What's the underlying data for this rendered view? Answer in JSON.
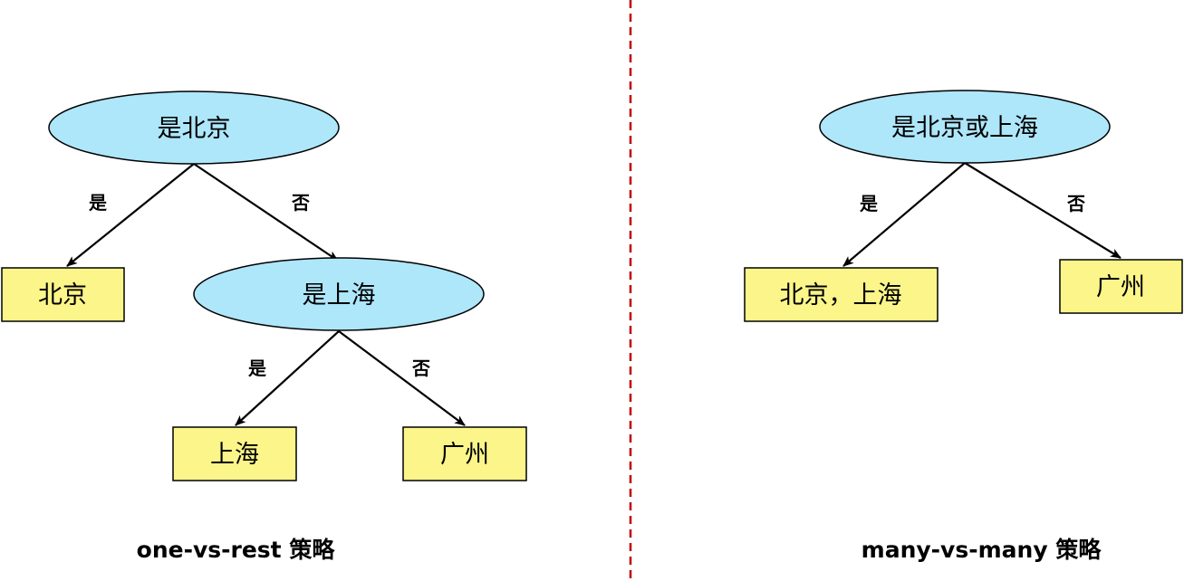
{
  "colors": {
    "decision_fill": "#aee6fa",
    "leaf_fill": "#fbf58a",
    "stroke": "#000000",
    "divider": "#c00000"
  },
  "left": {
    "caption": "one-vs-rest 策略",
    "root": {
      "label": "是北京"
    },
    "leaf_beijing": {
      "label": "北京"
    },
    "mid": {
      "label": "是上海"
    },
    "leaf_shanghai": {
      "label": "上海"
    },
    "leaf_guangzhou": {
      "label": "广州"
    },
    "edge_root_yes": "是",
    "edge_root_no": "否",
    "edge_mid_yes": "是",
    "edge_mid_no": "否"
  },
  "right": {
    "caption": "many-vs-many 策略",
    "root": {
      "label": "是北京或上海"
    },
    "leaf_bj_sh": {
      "label": "北京，上海"
    },
    "leaf_guangzhou": {
      "label": "广州"
    },
    "edge_root_yes": "是",
    "edge_root_no": "否"
  }
}
